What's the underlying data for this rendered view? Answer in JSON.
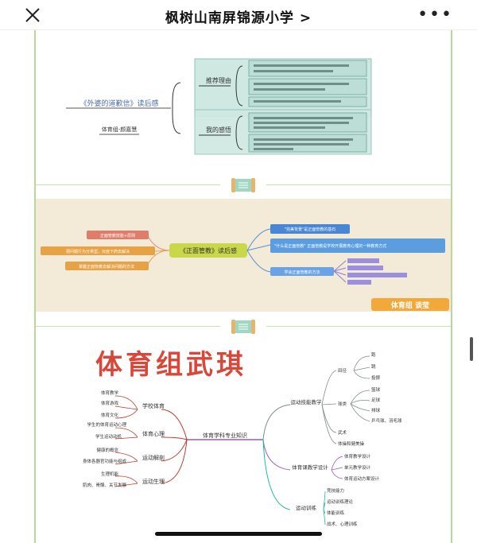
{
  "header": {
    "title": "枫树山南屏锦源小学 >"
  },
  "panel1": {
    "center": "《外婆的道歉信》读后感",
    "author": "体育组-颜嘉慧",
    "b1": "推荐理由",
    "b2": "我的感悟"
  },
  "panel2": {
    "center": "《正面管教》读后感",
    "l1": "正面管教技能+原则",
    "l2": "把问题行为分类型，对症下药去解决",
    "l3": "掌握正面管教去解决问题的方法",
    "r1": "\"完美背景\"是正面管教的基石",
    "r2": "\"什么是正面管教\"  正面管教是学校开展教育心理的一种教育方式",
    "r3": "学会正面管教的方法",
    "tag": "体育组 谈莹"
  },
  "panel3": {
    "title": "体育组武琪",
    "center": "体育学科专业知识",
    "left": [
      {
        "label": "学校体育",
        "items": [
          "体育教学",
          "体育游戏",
          "体育文化"
        ]
      },
      {
        "label": "体育心理",
        "items": [
          "学生的体育运动心理",
          "学生运动动机"
        ]
      },
      {
        "label": "运动解剖",
        "items": [
          "健康的概念",
          "身体各器官功能与组成"
        ]
      },
      {
        "label": "运动生理",
        "items": [
          "生理机能",
          "肌肉、骨骼、关节发展"
        ]
      }
    ],
    "right": [
      {
        "label": "运动技能教学",
        "groups": [
          {
            "label": "田径",
            "items": [
              "跑",
              "跳",
              "投掷"
            ]
          },
          {
            "label": "球类",
            "items": [
              "篮球",
              "足球",
              "排球",
              "乒乓球、羽毛球"
            ]
          },
          {
            "label": "武术",
            "items": []
          },
          {
            "label": "体操和健美操",
            "items": []
          }
        ]
      },
      {
        "label": "体育课教学设计",
        "items": [
          "体育教学设计",
          "单元教学设计",
          "体育运动方案设计"
        ]
      },
      {
        "label": "运动训练",
        "items": [
          "竞技能力",
          "运动训练理论",
          "体能训练",
          "战术、心理训练"
        ]
      }
    ]
  }
}
